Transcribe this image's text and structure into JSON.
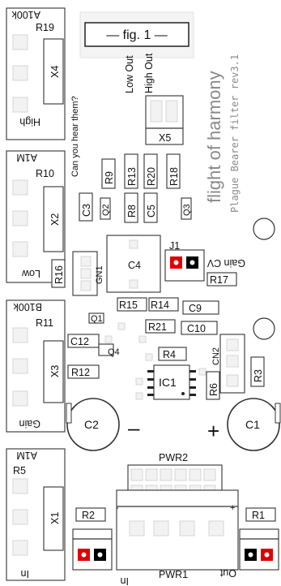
{
  "fig_label": "— fig. 1 —",
  "title": "flight of harmony",
  "subtitle": "Plague Bearer filter rev3.1",
  "hint": "Can you hear them?",
  "pots": [
    {
      "code": "A100k",
      "ref": "R19",
      "x": "X4",
      "label": "High"
    },
    {
      "code": "A1M",
      "ref": "R10",
      "x": "X2",
      "label": "Low"
    },
    {
      "code": "B100k",
      "ref": "R11",
      "x": "X3",
      "label": "Gain"
    },
    {
      "code": "A1M",
      "ref": "R5",
      "x": "X1",
      "label": "In"
    }
  ],
  "out_labels": {
    "low": "Low Out",
    "high": "High Out",
    "x5": "X5"
  },
  "parts": {
    "r9": "R9",
    "r13": "R13",
    "r20": "R20",
    "r18": "R18",
    "c3": "C3",
    "q2": "Q2",
    "r8": "R8",
    "c5": "C5",
    "q3": "Q3",
    "j1": "J1",
    "gain_cv": "Gain CV",
    "c4": "C4",
    "r17": "R17",
    "r16": "R16",
    "gn1": "GN1",
    "r15": "R15",
    "r14": "R14",
    "c9": "C9",
    "q1": "Q1",
    "r21": "R21",
    "c10": "C10",
    "c12": "C12",
    "q4": "Q4",
    "r4": "R4",
    "cn2": "CN2",
    "r3": "R3",
    "r12": "R12",
    "ic1": "IC1",
    "r6": "R6",
    "c2": "C2",
    "c1": "C1",
    "minus": "–",
    "plus": "+",
    "pwr2": "PWR2",
    "pwr1": "PWR1",
    "r2": "R2",
    "r1": "R1",
    "in": "In",
    "out": "Out"
  }
}
